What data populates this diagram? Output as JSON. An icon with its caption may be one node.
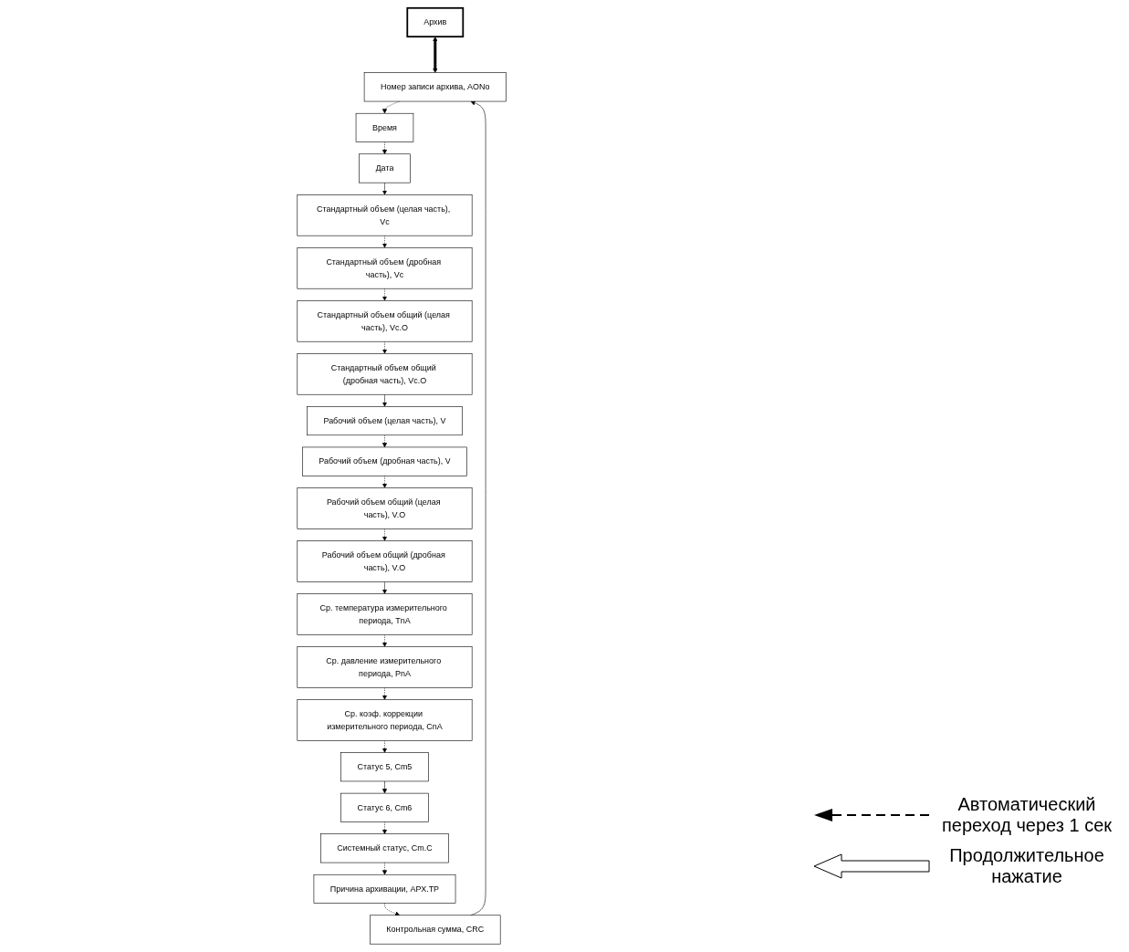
{
  "diagram": {
    "nodes": [
      {
        "text": [
          "Архив"
        ]
      },
      {
        "text": [
          "Номер записи архива, AONo"
        ]
      },
      {
        "text": [
          "Время"
        ]
      },
      {
        "text": [
          "Дата"
        ]
      },
      {
        "text": [
          "Стандартный объем (целая часть), Vc"
        ]
      },
      {
        "text": [
          "Стандартный объем (дробная часть), Vc"
        ]
      },
      {
        "text": [
          "Стандартный объем общий (целая часть), Vc.O"
        ]
      },
      {
        "text": [
          "Стандартный объем общий (дробная часть), Vc.O"
        ]
      },
      {
        "text": [
          "Рабочий объем (целая часть), V"
        ]
      },
      {
        "text": [
          "Рабочий объем (дробная часть), V"
        ]
      },
      {
        "text": [
          "Рабочий объем общий (целая часть), V.O"
        ]
      },
      {
        "text": [
          "Рабочий объем общий (дробная часть), V.O"
        ]
      },
      {
        "text": [
          "Ср. температура измерительного периода, TnA"
        ]
      },
      {
        "text": [
          "Ср. давление измерительного периода, PnA"
        ]
      },
      {
        "text": [
          "Ср. коэф. коррекции измерительного периода, CnA"
        ]
      },
      {
        "text": [
          "Статус 5, Cm5"
        ]
      },
      {
        "text": [
          "Статус 6, Cm6"
        ]
      },
      {
        "text": [
          "Системный статус, Cm.C"
        ]
      },
      {
        "text": [
          "Причина архивации, АРХ.ТР"
        ]
      },
      {
        "text": [
          "Контрольная сумма, CRC"
        ]
      }
    ],
    "edges": [
      {
        "from": 0,
        "to": 1,
        "arrow": "both",
        "style": "thick"
      },
      {
        "from": 1,
        "to": 2,
        "arrow": "to",
        "style": "dashed"
      },
      {
        "from": 2,
        "to": 3,
        "arrow": "to",
        "style": "dashed"
      },
      {
        "from": 3,
        "to": 4,
        "arrow": "to"
      },
      {
        "from": 4,
        "to": 5,
        "arrow": "to",
        "style": "dashed"
      },
      {
        "from": 5,
        "to": 6,
        "arrow": "to",
        "style": "dashed"
      },
      {
        "from": 6,
        "to": 7,
        "arrow": "to",
        "style": "dashed"
      },
      {
        "from": 7,
        "to": 8,
        "arrow": "to"
      },
      {
        "from": 8,
        "to": 9,
        "arrow": "to",
        "style": "dashed"
      },
      {
        "from": 9,
        "to": 10,
        "arrow": "to",
        "style": "dashed"
      },
      {
        "from": 10,
        "to": 11,
        "arrow": "to",
        "style": "dashed"
      },
      {
        "from": 11,
        "to": 12,
        "arrow": "to"
      },
      {
        "from": 12,
        "to": 13,
        "arrow": "to",
        "style": "dashed"
      },
      {
        "from": 13,
        "to": 14,
        "arrow": "to",
        "style": "dashed"
      },
      {
        "from": 14,
        "to": 15,
        "arrow": "to",
        "style": "dashed"
      },
      {
        "from": 15,
        "to": 16,
        "arrow": "to"
      },
      {
        "from": 16,
        "to": 17,
        "arrow": "to",
        "style": "dashed"
      },
      {
        "from": 17,
        "to": 18,
        "arrow": "to",
        "style": "dashed"
      },
      {
        "from": 18,
        "to": 19,
        "arrow": "to",
        "style": "dashed"
      },
      {
        "from": 19,
        "to": 1,
        "arrow": "to"
      }
    ],
    "legend": [
      {
        "text": "Автоматический переход через 1 сек"
      },
      {
        "text": "Продолжительное нажатие"
      }
    ]
  }
}
